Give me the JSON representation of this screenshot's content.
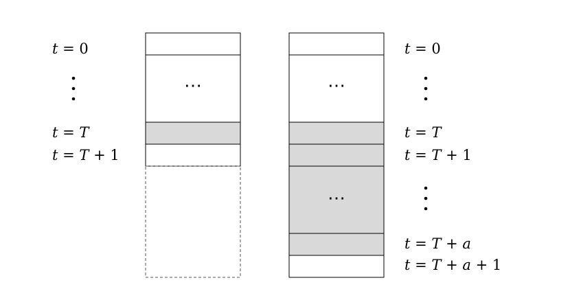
{
  "left_column": {
    "cells": [
      {
        "shaded": false
      },
      {
        "shaded": false,
        "text": "⋯"
      },
      {
        "shaded": true
      },
      {
        "shaded": false
      },
      {
        "shaded": false,
        "dashed": true
      }
    ]
  },
  "right_column": {
    "cells": [
      {
        "shaded": false
      },
      {
        "shaded": false,
        "text": "⋯"
      },
      {
        "shaded": true
      },
      {
        "shaded": true
      },
      {
        "shaded": true,
        "text": "⋯"
      },
      {
        "shaded": true
      },
      {
        "shaded": false
      }
    ]
  },
  "labels": {
    "left": {
      "t0": {
        "var": "t",
        "eq": " = ",
        "rest": "0"
      },
      "tT": {
        "var": "t",
        "eq": " = ",
        "T": "T"
      },
      "tT1": {
        "var": "t",
        "eq": " = ",
        "T": "T",
        "rest": " + 1"
      }
    },
    "right": {
      "t0": {
        "var": "t",
        "eq": " = ",
        "rest": "0"
      },
      "tT": {
        "var": "t",
        "eq": " = ",
        "T": "T"
      },
      "tT1": {
        "var": "t",
        "eq": " = ",
        "T": "T",
        "rest": " + 1"
      },
      "tTa": {
        "var": "t",
        "eq": " = ",
        "T": "T",
        "plus": " + ",
        "a": "a"
      },
      "tTa1": {
        "var": "t",
        "eq": " = ",
        "T": "T",
        "plus": " + ",
        "a": "a",
        "rest": " + 1"
      }
    }
  },
  "colors": {
    "shade": "#d9d9d9",
    "stroke": "#000000",
    "dashed_stroke": "#555555"
  }
}
